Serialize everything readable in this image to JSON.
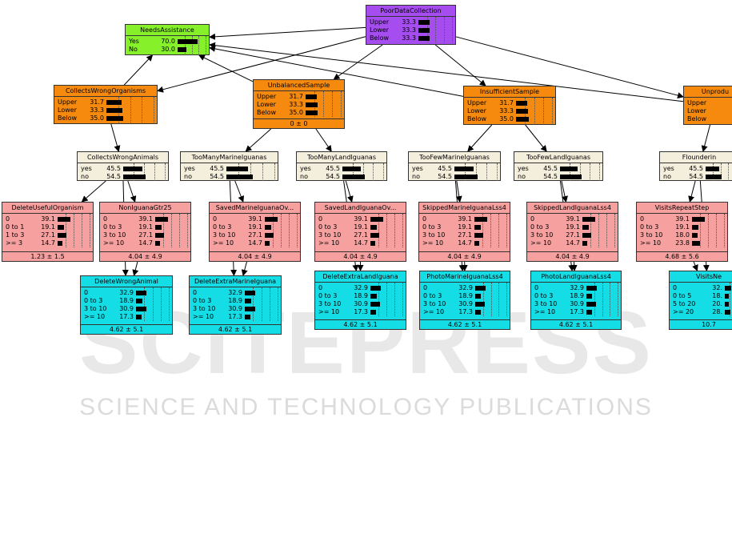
{
  "watermark": {
    "logo_text": "SCITEPRESS",
    "tagline": "SCIENCE AND TECHNOLOGY PUBLICATIONS"
  },
  "colors": {
    "purple": "#a64df0",
    "green": "#86f02a",
    "orange": "#f68a0e",
    "beige": "#f4eedc",
    "pink": "#f7a0a0",
    "cyan": "#15dde6"
  },
  "nodes": [
    {
      "id": "PoorDataCollection",
      "title": "PoorDataCollection",
      "color": "purple",
      "rows": [
        [
          "Upper",
          "33.3"
        ],
        [
          "Lower",
          "33.3"
        ],
        [
          "Below",
          "33.3"
        ]
      ]
    },
    {
      "id": "NeedsAssistance",
      "title": "NeedsAssistance",
      "color": "green",
      "rows": [
        [
          "Yes",
          "70.0"
        ],
        [
          "No",
          "30.0"
        ]
      ]
    },
    {
      "id": "CollectsWrongOrganisms",
      "title": "CollectsWrongOrganisms",
      "color": "orange",
      "rows": [
        [
          "Upper",
          "31.7"
        ],
        [
          "Lower",
          "33.3"
        ],
        [
          "Below",
          "35.0"
        ]
      ]
    },
    {
      "id": "UnbalancedSample",
      "title": "UnbalancedSample",
      "color": "orange",
      "rows": [
        [
          "Upper",
          "31.7"
        ],
        [
          "Lower",
          "33.3"
        ],
        [
          "Below",
          "35.0"
        ]
      ],
      "footer": "0 ± 0"
    },
    {
      "id": "InsufficientSample",
      "title": "InsufficientSample",
      "color": "orange",
      "rows": [
        [
          "Upper",
          "31.7"
        ],
        [
          "Lower",
          "33.3"
        ],
        [
          "Below",
          "35.0"
        ]
      ]
    },
    {
      "id": "Unprod",
      "title": "Unprodu",
      "color": "orange",
      "rows": [
        [
          "Upper",
          ""
        ],
        [
          "Lower",
          ""
        ],
        [
          "Below",
          ""
        ]
      ]
    },
    {
      "id": "CollectsWrongAnimals",
      "title": "CollectsWrongAnimals",
      "color": "beige",
      "rows": [
        [
          "yes",
          "45.5"
        ],
        [
          "no",
          "54.5"
        ]
      ]
    },
    {
      "id": "TooManyMarineIguanas",
      "title": "TooManyMarineIguanas",
      "color": "beige",
      "rows": [
        [
          "yes",
          "45.5"
        ],
        [
          "no",
          "54.5"
        ]
      ]
    },
    {
      "id": "TooManyLandIguanas",
      "title": "TooManyLandIguanas",
      "color": "beige",
      "rows": [
        [
          "yes",
          "45.5"
        ],
        [
          "no",
          "54.5"
        ]
      ]
    },
    {
      "id": "TooFewMarineIguanas",
      "title": "TooFewMarineIguanas",
      "color": "beige",
      "rows": [
        [
          "yes",
          "45.5"
        ],
        [
          "no",
          "54.5"
        ]
      ]
    },
    {
      "id": "TooFewLandIguanas",
      "title": "TooFewLandIguanas",
      "color": "beige",
      "rows": [
        [
          "yes",
          "45.5"
        ],
        [
          "no",
          "54.5"
        ]
      ]
    },
    {
      "id": "Flounderin",
      "title": "Flounderin",
      "color": "beige",
      "rows": [
        [
          "yes",
          "45.5"
        ],
        [
          "no",
          "54.5"
        ]
      ]
    },
    {
      "id": "DeleteUsefulOrganism",
      "title": "DeleteUsefulOrganism",
      "color": "pink",
      "rows": [
        [
          "0",
          "39.1"
        ],
        [
          "0 to 1",
          "19.1"
        ],
        [
          "1 to 3",
          "27.1"
        ],
        [
          ">= 3",
          "14.7"
        ]
      ],
      "footer": "1.23 ± 1.5"
    },
    {
      "id": "NonIguanaGtr25",
      "title": "NonIguanaGtr25",
      "color": "pink",
      "rows": [
        [
          "0",
          "39.1"
        ],
        [
          "0 to 3",
          "19.1"
        ],
        [
          "3 to 10",
          "27.1"
        ],
        [
          ">= 10",
          "14.7"
        ]
      ],
      "footer": "4.04 ± 4.9"
    },
    {
      "id": "SavedMarineIguanaOv",
      "title": "SavedMarineIguanaOv...",
      "color": "pink",
      "rows": [
        [
          "0",
          "39.1"
        ],
        [
          "0 to 3",
          "19.1"
        ],
        [
          "3 to 10",
          "27.1"
        ],
        [
          ">= 10",
          "14.7"
        ]
      ],
      "footer": "4.04 ± 4.9"
    },
    {
      "id": "SavedLandIguanaOv",
      "title": "SavedLandIguanaOv...",
      "color": "pink",
      "rows": [
        [
          "0",
          "39.1"
        ],
        [
          "0 to 3",
          "19.1"
        ],
        [
          "3 to 10",
          "27.1"
        ],
        [
          ">= 10",
          "14.7"
        ]
      ],
      "footer": "4.04 ± 4.9"
    },
    {
      "id": "SkippedMarineIguanaLss4",
      "title": "SkippedMarineIguanaLss4",
      "color": "pink",
      "rows": [
        [
          "0",
          "39.1"
        ],
        [
          "0 to 3",
          "19.1"
        ],
        [
          "3 to 10",
          "27.1"
        ],
        [
          ">= 10",
          "14.7"
        ]
      ],
      "footer": "4.04 ± 4.9"
    },
    {
      "id": "SkippedLandIguanaLss4",
      "title": "SkippedLandIguanaLss4",
      "color": "pink",
      "rows": [
        [
          "0",
          "39.1"
        ],
        [
          "0 to 3",
          "19.1"
        ],
        [
          "3 to 10",
          "27.1"
        ],
        [
          ">= 10",
          "14.7"
        ]
      ],
      "footer": "4.04 ± 4.9"
    },
    {
      "id": "VisitsRepeatStep",
      "title": "VisitsRepeatStep",
      "color": "pink",
      "rows": [
        [
          "0",
          "39.1"
        ],
        [
          "0 to 3",
          "19.1"
        ],
        [
          "3 to 10",
          "18.0"
        ],
        [
          ">= 10",
          "23.8"
        ]
      ],
      "footer": "4.68 ± 5.6"
    },
    {
      "id": "DeleteWrongAnimal",
      "title": "DeleteWrongAnimal",
      "color": "cyan",
      "rows": [
        [
          "0",
          "32.9"
        ],
        [
          "0 to 3",
          "18.9"
        ],
        [
          "3 to 10",
          "30.9"
        ],
        [
          ">= 10",
          "17.3"
        ]
      ],
      "footer": "4.62 ± 5.1"
    },
    {
      "id": "DeleteExtraMarineIguana",
      "title": "DeleteExtraMarineIguana",
      "color": "cyan",
      "rows": [
        [
          "0",
          "32.9"
        ],
        [
          "0 to 3",
          "18.9"
        ],
        [
          "3 to 10",
          "30.9"
        ],
        [
          ">= 10",
          "17.3"
        ]
      ],
      "footer": "4.62 ± 5.1"
    },
    {
      "id": "DeleteExtraLandIguana",
      "title": "DeleteExtraLandIguana",
      "color": "cyan",
      "rows": [
        [
          "0",
          "32.9"
        ],
        [
          "0 to 3",
          "18.9"
        ],
        [
          "3 to 10",
          "30.9"
        ],
        [
          ">= 10",
          "17.3"
        ]
      ],
      "footer": "4.62 ± 5.1"
    },
    {
      "id": "PhotoMarineIguanaLss4",
      "title": "PhotoMarineIguanaLss4",
      "color": "cyan",
      "rows": [
        [
          "0",
          "32.9"
        ],
        [
          "0 to 3",
          "18.9"
        ],
        [
          "3 to 10",
          "30.9"
        ],
        [
          ">= 10",
          "17.3"
        ]
      ],
      "footer": "4.62 ± 5.1"
    },
    {
      "id": "PhotoLandIguanaLss4",
      "title": "PhotoLandIguanaLss4",
      "color": "cyan",
      "rows": [
        [
          "0",
          "32.9"
        ],
        [
          "0 to 3",
          "18.9"
        ],
        [
          "3 to 10",
          "30.9"
        ],
        [
          ">= 10",
          "17.3"
        ]
      ],
      "footer": "4.62 ± 5.1"
    },
    {
      "id": "VisitsNe",
      "title": "VisitsNe",
      "color": "cyan",
      "rows": [
        [
          "0",
          "32."
        ],
        [
          "0 to 5",
          "18."
        ],
        [
          "5 to 20",
          "20."
        ],
        [
          ">= 20",
          "28."
        ]
      ],
      "footer": "10.7"
    }
  ],
  "edges": [
    [
      "PoorDataCollection",
      "NeedsAssistance"
    ],
    [
      "PoorDataCollection",
      "CollectsWrongOrganisms"
    ],
    [
      "PoorDataCollection",
      "UnbalancedSample"
    ],
    [
      "PoorDataCollection",
      "InsufficientSample"
    ],
    [
      "PoorDataCollection",
      "Unprod"
    ],
    [
      "CollectsWrongOrganisms",
      "NeedsAssistance"
    ],
    [
      "UnbalancedSample",
      "NeedsAssistance"
    ],
    [
      "InsufficientSample",
      "NeedsAssistance"
    ],
    [
      "Unprod",
      "NeedsAssistance"
    ],
    [
      "CollectsWrongOrganisms",
      "CollectsWrongAnimals"
    ],
    [
      "UnbalancedSample",
      "TooManyMarineIguanas"
    ],
    [
      "UnbalancedSample",
      "TooManyLandIguanas"
    ],
    [
      "InsufficientSample",
      "TooFewMarineIguanas"
    ],
    [
      "InsufficientSample",
      "TooFewLandIguanas"
    ],
    [
      "Unprod",
      "Flounderin"
    ],
    [
      "CollectsWrongAnimals",
      "DeleteUsefulOrganism"
    ],
    [
      "CollectsWrongAnimals",
      "NonIguanaGtr25"
    ],
    [
      "TooManyMarineIguanas",
      "SavedMarineIguanaOv"
    ],
    [
      "TooManyLandIguanas",
      "SavedLandIguanaOv"
    ],
    [
      "TooFewMarineIguanas",
      "SkippedMarineIguanaLss4"
    ],
    [
      "TooFewLandIguanas",
      "SkippedLandIguanaLss4"
    ],
    [
      "Flounderin",
      "VisitsRepeatStep"
    ],
    [
      "NonIguanaGtr25",
      "DeleteWrongAnimal"
    ],
    [
      "SavedMarineIguanaOv",
      "DeleteExtraMarineIguana"
    ],
    [
      "SavedLandIguanaOv",
      "DeleteExtraLandIguana"
    ],
    [
      "SkippedMarineIguanaLss4",
      "PhotoMarineIguanaLss4"
    ],
    [
      "SkippedLandIguanaLss4",
      "PhotoLandIguanaLss4"
    ],
    [
      "VisitsRepeatStep",
      "VisitsNe"
    ],
    [
      "Flounderin",
      "VisitsNe"
    ],
    [
      "TooManyMarineIguanas",
      "DeleteExtraMarineIguana"
    ],
    [
      "TooManyLandIguanas",
      "DeleteExtraLandIguana"
    ],
    [
      "TooFewMarineIguanas",
      "PhotoMarineIguanaLss4"
    ],
    [
      "TooFewLandIguanas",
      "PhotoLandIguanaLss4"
    ],
    [
      "CollectsWrongAnimals",
      "DeleteWrongAnimal"
    ]
  ]
}
